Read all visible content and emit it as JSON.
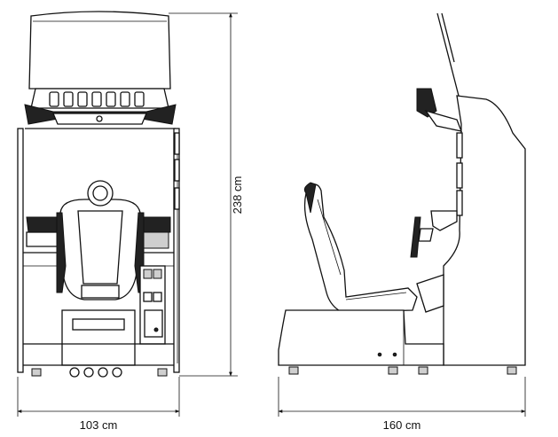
{
  "dimensions": {
    "front_width": "103 cm",
    "height": "238 cm",
    "side_depth": "160 cm"
  }
}
